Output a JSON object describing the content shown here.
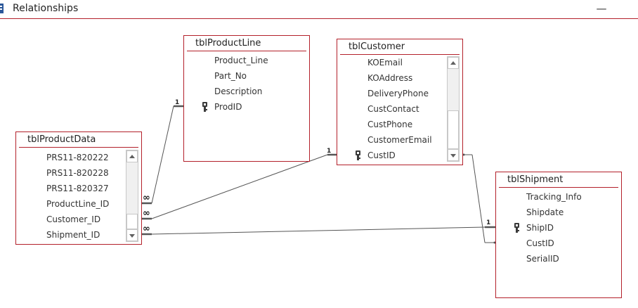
{
  "window": {
    "title": "Relationships",
    "minimize_glyph": "—"
  },
  "tables": {
    "productline": {
      "name": "tblProductLine",
      "fields": [
        "Product_Line",
        "Part_No",
        "Description",
        "ProdID"
      ]
    },
    "customer": {
      "name": "tblCustomer",
      "fields": [
        "KOEmail",
        "KOAddress",
        "DeliveryPhone",
        "CustContact",
        "CustPhone",
        "CustomerEmail",
        "CustID"
      ]
    },
    "productdata": {
      "name": "tblProductData",
      "fields": [
        "PRS11-820222",
        "PRS11-820228",
        "PRS11-820327",
        "ProductLine_ID",
        "Customer_ID",
        "Shipment_ID"
      ]
    },
    "shipment": {
      "name": "tblShipment",
      "fields": [
        "Tracking_Info",
        "Shipdate",
        "ShipID",
        "CustID",
        "SerialID"
      ]
    }
  },
  "relationships": {
    "one_label": "1",
    "many_label": "∞"
  },
  "colors": {
    "accent": "#b3202a",
    "line": "#555555"
  },
  "icons": {
    "primary_key": "key-icon"
  }
}
